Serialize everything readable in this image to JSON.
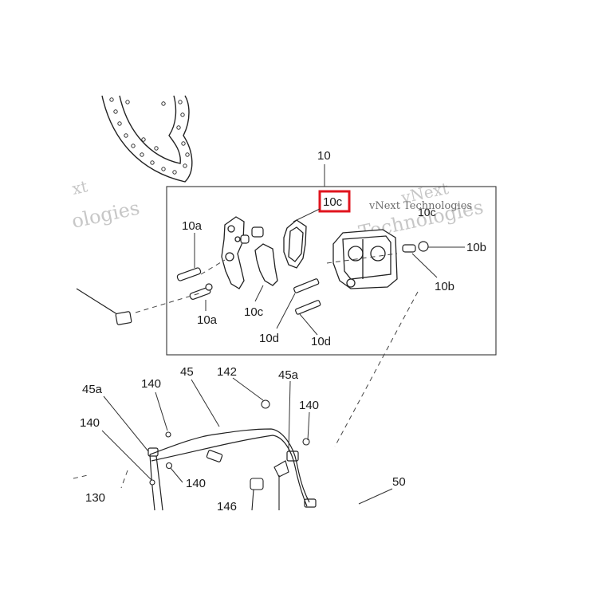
{
  "diagram": {
    "labels": {
      "group": "10",
      "highlighted": "10c",
      "pad_top_right": "10c",
      "pin_left": "10a",
      "pin_left_lower": "10a",
      "pad_front": "10c",
      "bolt_a": "10d",
      "bolt_b": "10d",
      "bleeder": "10b",
      "bleeder_lower": "10b",
      "bracket_140_top": "140",
      "bracket_142": "142",
      "line_45": "45",
      "line_45a_right": "45a",
      "line_45a_left": "45a",
      "bracket_140_right": "140",
      "bracket_140_left": "140",
      "bracket_140_mid": "140",
      "part_50": "50",
      "part_130": "130",
      "part_146": "146"
    },
    "watermarks": {
      "left_a": "xt",
      "left_b": "ologies",
      "right_a": "vNext",
      "right_b": "Technologies",
      "right_c": "vNext Technologies"
    },
    "highlight_color": "#e0141e"
  }
}
